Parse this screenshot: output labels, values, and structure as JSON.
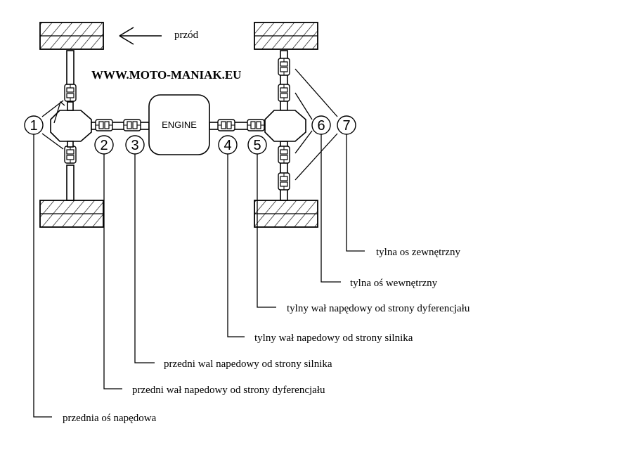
{
  "direction_label": "przód",
  "site": "WWW.MOTO-MANIAK.EU",
  "engine": "ENGINE",
  "numbers": [
    "1",
    "2",
    "3",
    "4",
    "5",
    "6",
    "7"
  ],
  "legend": [
    "przednia oś napędowa",
    "przedni wał napedowy od strony dyferencjału",
    "przedni wal napedowy od strony silnika",
    "tylny wał napedowy od strony silnika",
    "tylny wał napędowy od strony dyferencjału",
    "tylna oś wewnętrzny",
    "tylna os zewnętrzny"
  ]
}
